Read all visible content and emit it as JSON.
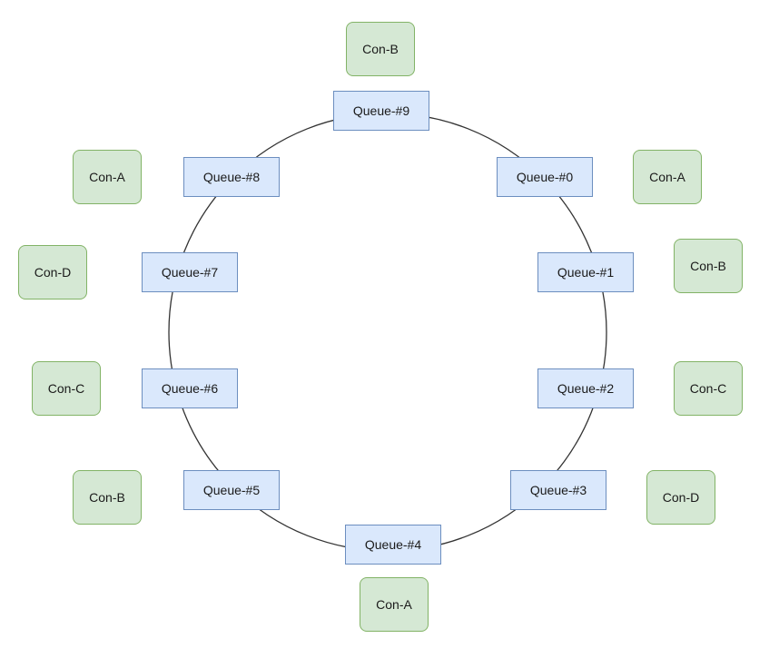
{
  "colors": {
    "queue_fill": "#dae8fc",
    "queue_border": "#6c8ebf",
    "consumer_fill": "#d5e8d4",
    "consumer_border": "#82b366",
    "ring_stroke": "#333333"
  },
  "queues": [
    {
      "label": "Queue-#0"
    },
    {
      "label": "Queue-#1"
    },
    {
      "label": "Queue-#2"
    },
    {
      "label": "Queue-#3"
    },
    {
      "label": "Queue-#4"
    },
    {
      "label": "Queue-#5"
    },
    {
      "label": "Queue-#6"
    },
    {
      "label": "Queue-#7"
    },
    {
      "label": "Queue-#8"
    },
    {
      "label": "Queue-#9"
    }
  ],
  "consumers": [
    {
      "label": "Con-A"
    },
    {
      "label": "Con-B"
    },
    {
      "label": "Con-C"
    },
    {
      "label": "Con-D"
    },
    {
      "label": "Con-A"
    },
    {
      "label": "Con-B"
    },
    {
      "label": "Con-C"
    },
    {
      "label": "Con-D"
    },
    {
      "label": "Con-A"
    },
    {
      "label": "Con-B"
    }
  ]
}
